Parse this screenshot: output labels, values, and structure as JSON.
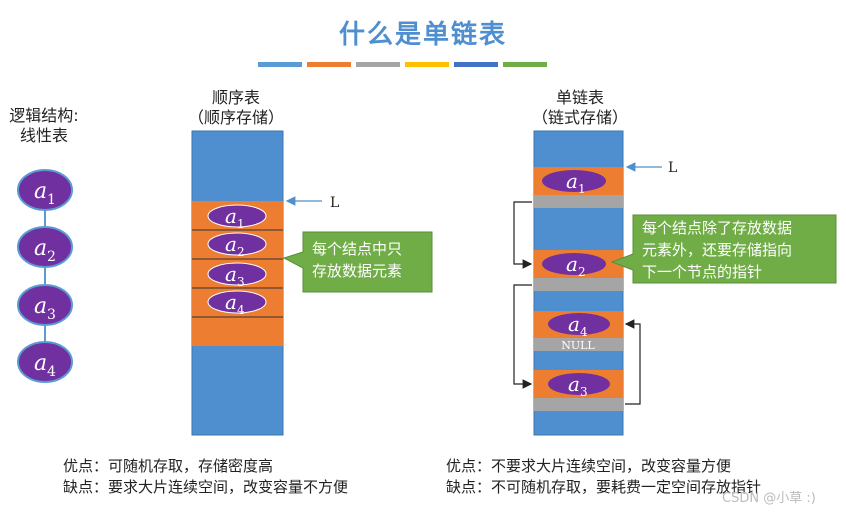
{
  "title": "什么是单链表",
  "colors": {
    "bars": [
      "#5b9bd5",
      "#ed7d31",
      "#a5a5a5",
      "#ffc000",
      "#4472c4",
      "#70ad47"
    ],
    "memory_blue": "#4f8fd0",
    "node_orange": "#ed7d31",
    "pointer_gray": "#a5a5a5",
    "ellipse_purple": "#7030a0",
    "callout_green": "#70ad47"
  },
  "logical": {
    "heading_line1": "逻辑结构:",
    "heading_line2": "线性表",
    "nodes": [
      "1",
      "2",
      "3",
      "4"
    ]
  },
  "sequential": {
    "heading_line1": "顺序表",
    "heading_line2": "（顺序存储）",
    "pointer_label": "L",
    "nodes": [
      "1",
      "2",
      "3",
      "4"
    ],
    "callout_line1": "每个结点中只",
    "callout_line2": "存放数据元素",
    "pros": "优点：可随机存取，存储密度高",
    "cons": "缺点：要求大片连续空间，改变容量不方便"
  },
  "linked": {
    "heading_line1": "单链表",
    "heading_line2": "（链式存储）",
    "pointer_label": "L",
    "nodes": [
      "1",
      "2",
      "4",
      "3"
    ],
    "null_label": "NULL",
    "callout_line1": "每个结点除了存放数据",
    "callout_line2": "元素外，还要存储指向",
    "callout_line3": "下一个节点的指针",
    "pros": "优点：不要求大片连续空间，改变容量方便",
    "cons": "缺点：不可随机存取，要耗费一定空间存放指针"
  },
  "watermark": "CSDN @小草 :)"
}
